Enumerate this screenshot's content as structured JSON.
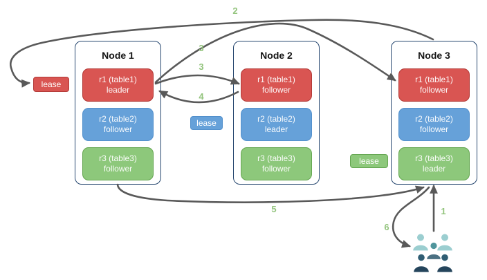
{
  "diagram": {
    "nodes": [
      {
        "title": "Node 1",
        "replicas": [
          {
            "label": "r1 (table1)",
            "role": "leader",
            "color_key": "red"
          },
          {
            "label": "r2 (table2)",
            "role": "follower",
            "color_key": "blue"
          },
          {
            "label": "r3 (table3)",
            "role": "follower",
            "color_key": "green"
          }
        ]
      },
      {
        "title": "Node 2",
        "replicas": [
          {
            "label": "r1 (table1)",
            "role": "follower",
            "color_key": "red"
          },
          {
            "label": "r2 (table2)",
            "role": "leader",
            "color_key": "blue"
          },
          {
            "label": "r3 (table3)",
            "role": "follower",
            "color_key": "green"
          }
        ]
      },
      {
        "title": "Node 3",
        "replicas": [
          {
            "label": "r1 (table1)",
            "role": "follower",
            "color_key": "red"
          },
          {
            "label": "r2 (table2)",
            "role": "follower",
            "color_key": "blue"
          },
          {
            "label": "r3 (table3)",
            "role": "leader",
            "color_key": "green"
          }
        ]
      }
    ],
    "leases": [
      {
        "label": "lease",
        "color_key": "red"
      },
      {
        "label": "lease",
        "color_key": "blue"
      },
      {
        "label": "lease",
        "color_key": "green"
      }
    ],
    "steps": {
      "s1": "1",
      "s2": "2",
      "s3a": "3",
      "s3b": "3",
      "s4": "4",
      "s5": "5",
      "s6": "6"
    },
    "icons": {
      "clients": "users-group-icon"
    },
    "colors": {
      "red_fill": "#d95552",
      "red_border": "#b23a37",
      "blue_fill": "#66a1d9",
      "blue_border": "#5290cc",
      "green_fill": "#8dc87b",
      "green_border": "#64a650",
      "node_border": "#24456e",
      "arrow": "#595959",
      "step_number": "#93c47d",
      "users_light": "#9bced0",
      "users_medium": "#4f959c",
      "users_slate": "#4a7082",
      "users_deep": "#2f5d73",
      "users_dark": "#25455c"
    }
  }
}
